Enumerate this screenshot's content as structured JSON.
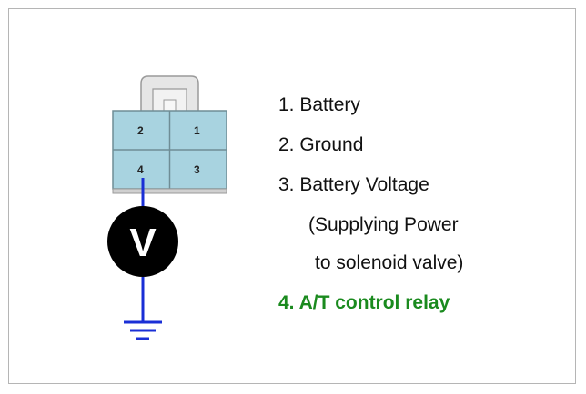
{
  "connector": {
    "pins": [
      {
        "number": "2"
      },
      {
        "number": "1"
      },
      {
        "number": "4"
      },
      {
        "number": "3"
      }
    ],
    "body_color": "#a8d3e0",
    "latch_color": "#d9d9d9"
  },
  "meter": {
    "letter": "V"
  },
  "wire_color": "#1a2fd6",
  "legend": {
    "items": [
      {
        "text": "1. Battery"
      },
      {
        "text": "2. Ground"
      },
      {
        "text": "3. Battery Voltage"
      },
      {
        "text": "(Supplying Power"
      },
      {
        "text": "to solenoid valve)"
      },
      {
        "text": "4. A/T control relay"
      }
    ],
    "highlight_color": "#1a8a1e"
  }
}
